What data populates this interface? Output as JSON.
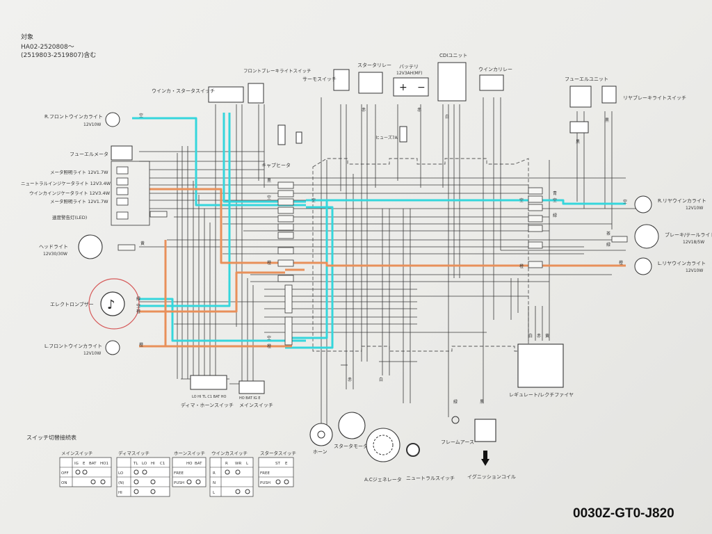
{
  "header": {
    "applies_to": "対象",
    "range1": "HA02-2520808～",
    "range2": "(2519803-2519807)含む"
  },
  "colors": {
    "cyan": "#35d6dc",
    "orange": "#e8905a",
    "line": "#3a3a3a",
    "buzzer_ring": "#d65a5a"
  },
  "components": {
    "front_brake_switch": "フロントブレーキライトスイッチ",
    "winker_starter_switch": "ウインカ・スタータスイッチ",
    "thermo_switch": "サーモスイッチ",
    "starter_relay": "スタータリレー",
    "battery": "バッテリ",
    "battery_spec": "12V3AH(MF)",
    "cdi_unit": "CDIユニット",
    "winker_relay": "ウインカリレー",
    "fuel_unit": "フューエルユニット",
    "rear_brake_switch": "リヤブレーキライトスイッチ",
    "fr_winker_r": "R.フロントウインカライト",
    "fr_winker_r_spec": "12V10W",
    "fuel_meter": "フューエルメータ",
    "meter_light1": "メータ照明ライト 12V1.7W",
    "neutral_ind": "ニュートラルインジケータライト 12V3.4W",
    "winker_ind": "ウインカインジケータライト 12V3.4W",
    "meter_light2": "メータ照明ライト 12V1.7W",
    "speed_warning": "速度警告灯(LED)",
    "headlight": "ヘッドライト",
    "headlight_spec": "12V30/30W",
    "buzzer": "エレクトロンブザー",
    "fr_winker_l": "L.フロントウインカライト",
    "fr_winker_l_spec": "12V10W",
    "fuse": "ヒューズ7A",
    "carb_heater": "キャブヒータ",
    "rear_winker_r": "R.リヤウインカライト",
    "rear_winker_r_spec": "12V10W",
    "brake_tail": "ブレーキ/テールライト",
    "brake_tail_spec": "12V18/5W",
    "rear_winker_l": "L.リヤウインカライト",
    "rear_winker_l_spec": "12V10W",
    "regulator": "レギュレート/レクチファイヤ",
    "dimmer_horn_switch": "ディマ・ホーンスイッチ",
    "main_switch": "メインスイッチ",
    "horn": "ホーン",
    "starter_motor": "スタータモータ",
    "ac_generator": "A.Cジェネレータ",
    "neutral_switch": "ニュートラルスイッチ",
    "frame_earth": "フレームアース",
    "ignition_coil": "イグニッションコイル",
    "dim_pins": "LO HI TL C1 BAT HO",
    "main_pins": "HO BAT IG E"
  },
  "switch_tables": {
    "title": "スイッチ切替接続表",
    "main": {
      "name": "メインスイッチ",
      "cols": [
        "IG",
        "E",
        "BAT",
        "HO1"
      ],
      "rows": [
        "OFF",
        "ON"
      ]
    },
    "dimmer": {
      "name": "ディマスイッチ",
      "cols": [
        "TL",
        "LO",
        "HI",
        "C1"
      ],
      "rows": [
        "LO",
        "(N)",
        "HI"
      ]
    },
    "horn": {
      "name": "ホーンスイッチ",
      "cols": [
        "HO",
        "BAT"
      ],
      "rows": [
        "FREE",
        "PUSH"
      ]
    },
    "winker": {
      "name": "ウインカスイッチ",
      "cols": [
        "R",
        "WR",
        "L"
      ],
      "rows": [
        "R",
        "N",
        "L"
      ]
    },
    "starter": {
      "name": "スタータスイッチ",
      "cols": [
        "ST",
        "E"
      ],
      "rows": [
        "FREE",
        "PUSH"
      ]
    }
  },
  "wire_colors": [
    "緑",
    "黒",
    "黄",
    "橙",
    "空",
    "白",
    "赤",
    "青",
    "茶",
    "桃",
    "灰"
  ],
  "diagram_code": "0030Z-GT0-J820"
}
